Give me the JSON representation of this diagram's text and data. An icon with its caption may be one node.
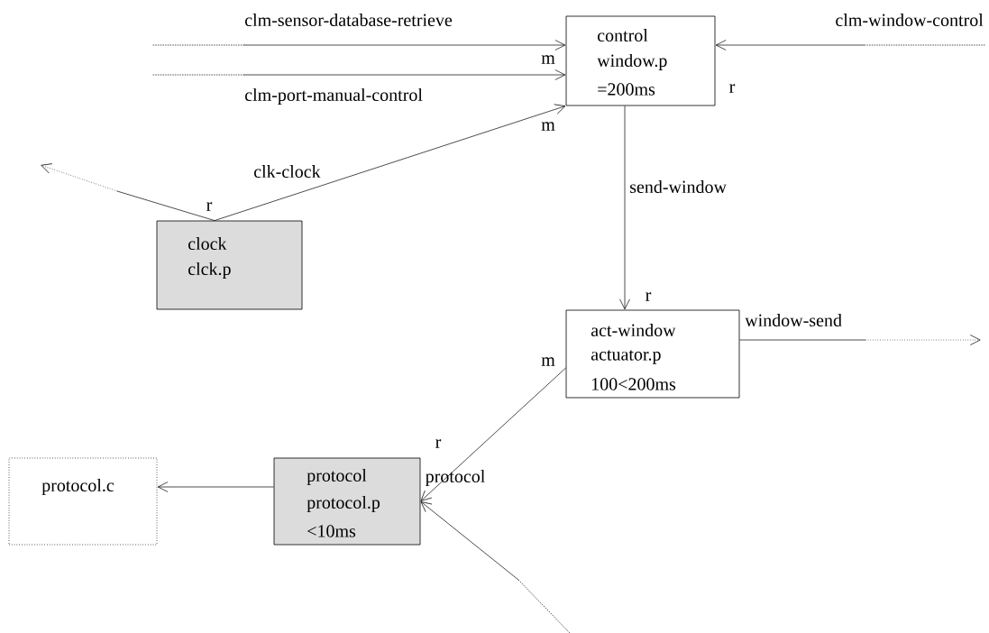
{
  "diagram": {
    "nodes": [
      {
        "text": [
          "control",
          "window.p",
          "=200ms"
        ]
      },
      {
        "text": [
          "clock",
          "clck.p"
        ]
      },
      {
        "text": [
          "act-window",
          "actuator.p",
          "100<200ms"
        ]
      },
      {
        "text": [
          "protocol",
          "protocol.p",
          "<10ms"
        ]
      },
      {
        "text": [
          "protocol.c"
        ]
      }
    ],
    "edges": [
      {
        "from": null,
        "to": 0,
        "arrow": "to",
        "label": "clm-sensor-database-retrieve"
      },
      {
        "from": null,
        "to": 0,
        "arrow": "to",
        "label": "clm-port-manual-control"
      },
      {
        "from": null,
        "to": 0,
        "arrow": "to",
        "label": "clm-window-control"
      },
      {
        "from": 1,
        "to": 0,
        "arrow": "to",
        "label": "clk-clock"
      },
      {
        "from": 1,
        "to": null,
        "arrow": "to"
      },
      {
        "from": 0,
        "to": 2,
        "arrow": "to",
        "label": "send-window"
      },
      {
        "from": 2,
        "to": null,
        "arrow": "to",
        "label": "window-send"
      },
      {
        "from": 2,
        "to": 3,
        "arrow": "to"
      },
      {
        "from": null,
        "to": 3,
        "arrow": "to"
      },
      {
        "from": 3,
        "to": 4,
        "arrow": "to"
      }
    ],
    "labels": [
      "m",
      "r",
      "m",
      "r",
      "r",
      "m",
      "r",
      "protocol"
    ]
  }
}
